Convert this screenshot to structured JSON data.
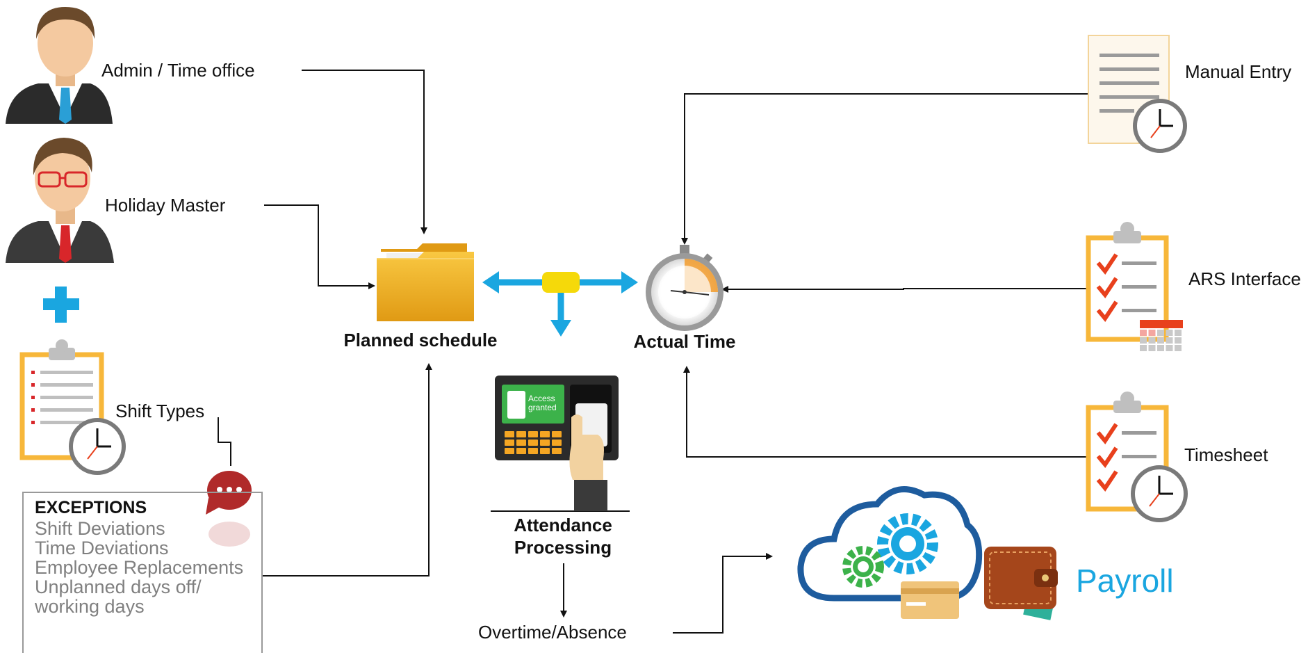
{
  "roles": {
    "admin": "Admin / Time office",
    "holiday": "Holiday Master",
    "shift_types": "Shift Types"
  },
  "center": {
    "planned": "Planned schedule",
    "actual": "Actual Time",
    "attendance_line1": "Attendance",
    "attendance_line2": "Processing",
    "overtime": "Overtime/Absence",
    "device_screen_line1": "Access",
    "device_screen_line2": "granted"
  },
  "sources": {
    "manual": "Manual Entry",
    "ars": "ARS Interface",
    "timesheet": "Timesheet"
  },
  "exceptions": {
    "title": "EXCEPTIONS",
    "items": [
      "Shift Deviations",
      "Time Deviations",
      "Employee Replacements",
      "Unplanned days off/",
      "working days"
    ]
  },
  "payroll": "Payroll",
  "colors": {
    "accent_blue": "#1aa6e0",
    "folder": "#f5b52e",
    "clipboard": "#f7b73a",
    "check_red": "#e8401c",
    "connector_yellow": "#f5d90a"
  }
}
